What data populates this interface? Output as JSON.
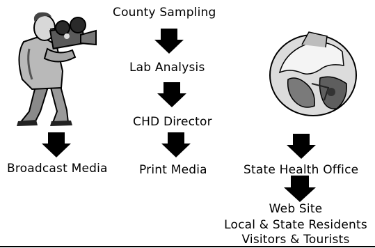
{
  "nodes": {
    "county_sampling": "County Sampling",
    "lab_analysis": "Lab Analysis",
    "chd_director": "CHD Director",
    "broadcast_media": "Broadcast Media",
    "print_media": "Print Media",
    "state_health_office": "State Health Office",
    "web_site": "Web Site",
    "residents": "Local & State Residents",
    "visitors": "Visitors & Tourists"
  },
  "illustrations": {
    "left": "camera-operator-icon",
    "right": "globe-icon"
  },
  "colors": {
    "ink": "#000000",
    "shade": "#6a6a6a",
    "light": "#cfcfcf",
    "background": "#ffffff"
  }
}
